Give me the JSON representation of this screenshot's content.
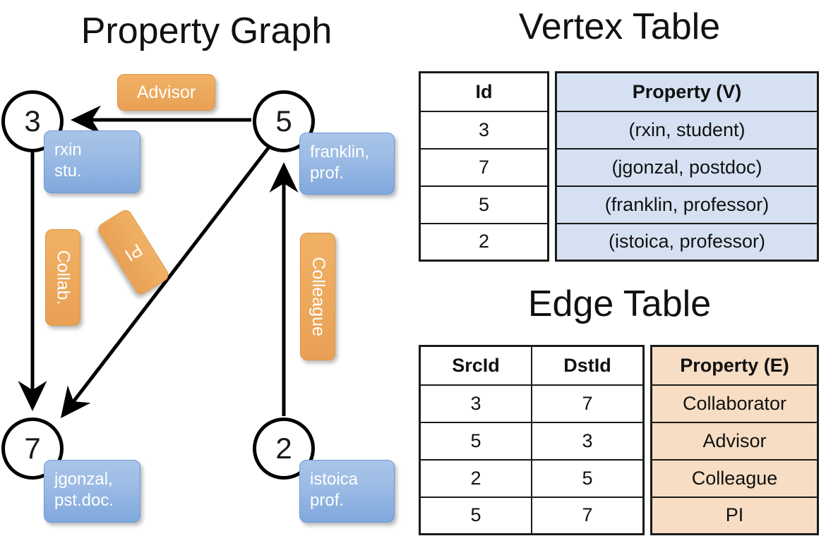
{
  "titles": {
    "property_graph": "Property Graph",
    "vertex_table": "Vertex Table",
    "edge_table": "Edge Table"
  },
  "colors": {
    "vertex_property_fill": "#d5e1f2",
    "edge_property_fill": "#f6ddc3",
    "callout_blue": "#9dbce5",
    "callout_orange": "#eeac60",
    "stroke": "#000000"
  },
  "graph": {
    "nodes": [
      {
        "id": "3",
        "property_line1": "rxin",
        "property_line2": "stu."
      },
      {
        "id": "5",
        "property_line1": "franklin,",
        "property_line2": "prof."
      },
      {
        "id": "7",
        "property_line1": "jgonzal,",
        "property_line2": "pst.doc."
      },
      {
        "id": "2",
        "property_line1": "istoica",
        "property_line2": "prof."
      }
    ],
    "edge_labels": [
      {
        "name": "advisor",
        "text": "Advisor",
        "orientation": "horizontal"
      },
      {
        "name": "collab",
        "text": "Collab.",
        "orientation": "vertical"
      },
      {
        "name": "pi",
        "text": "PI",
        "orientation": "diagonal"
      },
      {
        "name": "colleague",
        "text": "Colleague",
        "orientation": "vertical"
      }
    ],
    "edges": [
      {
        "src": "5",
        "dst": "3",
        "label": "Advisor"
      },
      {
        "src": "3",
        "dst": "7",
        "label": "Collab."
      },
      {
        "src": "5",
        "dst": "7",
        "label": "PI"
      },
      {
        "src": "2",
        "dst": "5",
        "label": "Colleague"
      }
    ]
  },
  "vertex_table": {
    "headers": {
      "id": "Id",
      "property": "Property (V)"
    },
    "rows": [
      {
        "id": "3",
        "property": "(rxin, student)"
      },
      {
        "id": "7",
        "property": "(jgonzal, postdoc)"
      },
      {
        "id": "5",
        "property": "(franklin, professor)"
      },
      {
        "id": "2",
        "property": "(istoica, professor)"
      }
    ]
  },
  "edge_table": {
    "headers": {
      "src": "SrcId",
      "dst": "DstId",
      "property": "Property (E)"
    },
    "rows": [
      {
        "src": "3",
        "dst": "7",
        "property": "Collaborator"
      },
      {
        "src": "5",
        "dst": "3",
        "property": "Advisor"
      },
      {
        "src": "2",
        "dst": "5",
        "property": "Colleague"
      },
      {
        "src": "5",
        "dst": "7",
        "property": "PI"
      }
    ]
  }
}
